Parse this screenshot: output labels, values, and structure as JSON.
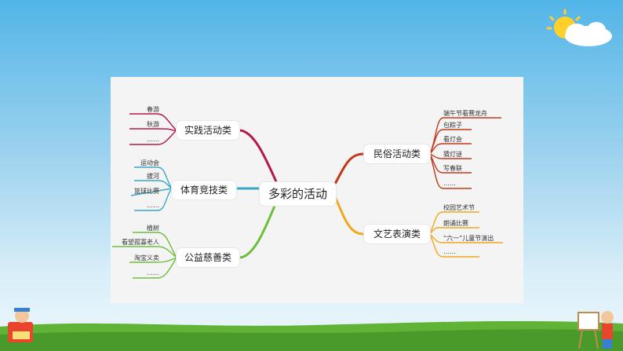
{
  "center": {
    "label": "多彩的活动"
  },
  "branches": {
    "practice": {
      "label": "实践活动类",
      "items": [
        "春游",
        "秋游",
        "……"
      ],
      "color": "#b5174b"
    },
    "sports": {
      "label": "体育竞技类",
      "items": [
        "运动会",
        "拔河",
        "篮球比赛",
        "……"
      ],
      "color": "#3aa7c9"
    },
    "charity": {
      "label": "公益慈善类",
      "items": [
        "植树",
        "看望孤寡老人",
        "淘宝义卖",
        "……"
      ],
      "color": "#6cbf3a"
    },
    "folk": {
      "label": "民俗活动类",
      "items": [
        "端午节看赛龙舟",
        "包粽子",
        "看灯会",
        "猜灯谜",
        "写春联",
        "……"
      ],
      "color": "#c0391b"
    },
    "arts": {
      "label": "文艺表演类",
      "items": [
        "校园艺术节",
        "朗诵比赛",
        "“六一”儿童节演出",
        "……"
      ],
      "color": "#f0a81c"
    }
  },
  "colors": {
    "center_line": "#d6286a",
    "sky": "#52b5e8",
    "grass": "#5fb437"
  }
}
